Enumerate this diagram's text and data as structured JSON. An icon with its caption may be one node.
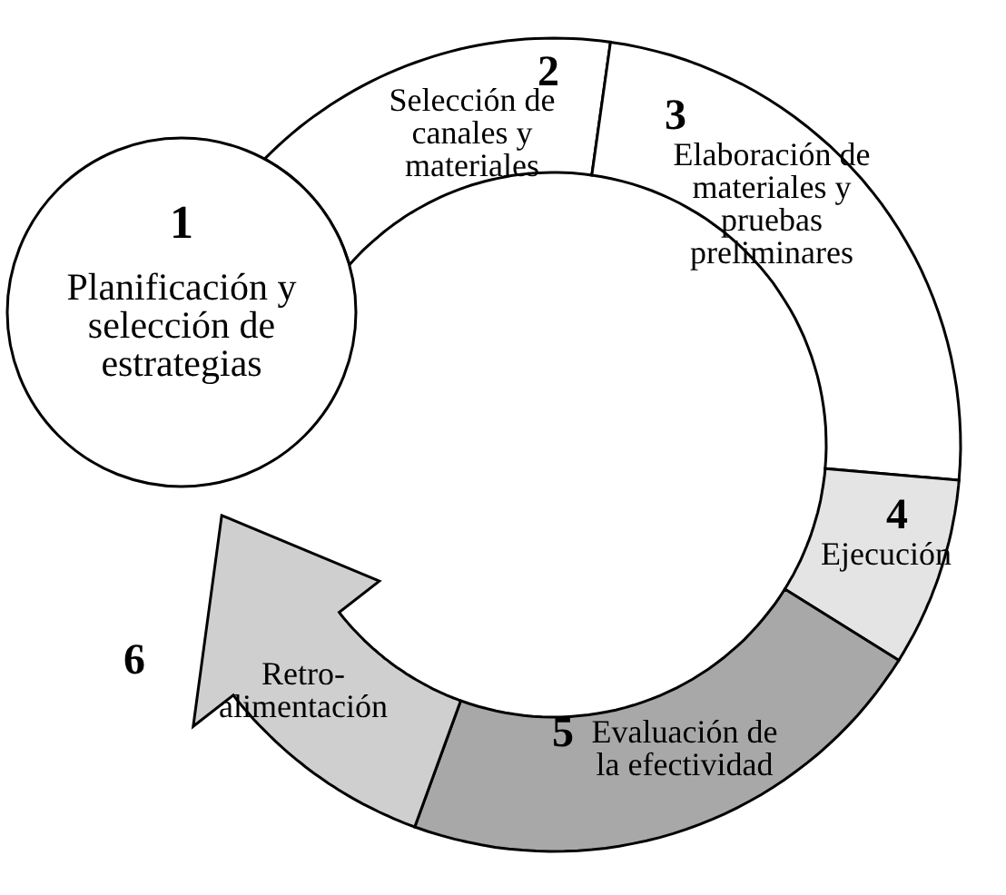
{
  "diagram": {
    "nodes": [
      {
        "text": [
          "1",
          "Planificación y selección de estrategias"
        ]
      },
      {
        "text": [
          "2",
          "Selección de canales y materiales"
        ]
      },
      {
        "text": [
          "3",
          "Elaboración de materiales y pruebas preliminares"
        ]
      },
      {
        "text": [
          "4",
          "Ejecución"
        ]
      },
      {
        "text": [
          "5",
          "Evaluación de la efectividad"
        ]
      },
      {
        "text": [
          "6",
          "Retro-alimentación"
        ]
      }
    ]
  }
}
